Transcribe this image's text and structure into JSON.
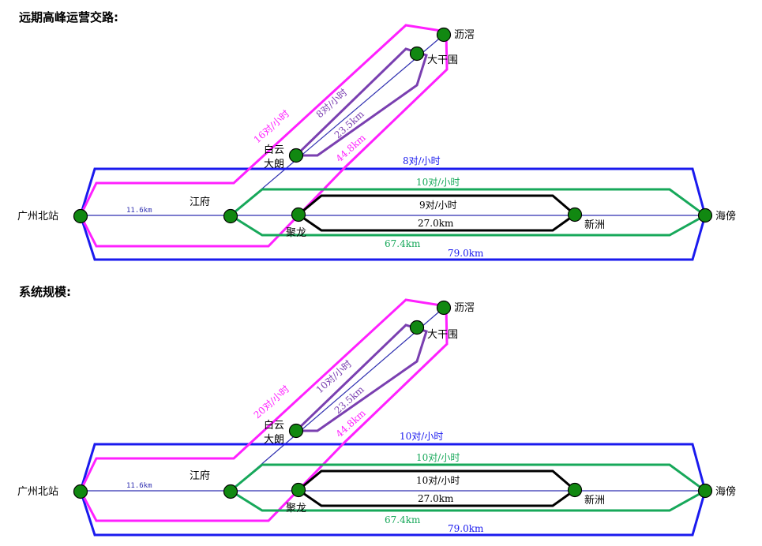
{
  "colors": {
    "magenta": "#ff20ff",
    "purple": "#7a3fb0",
    "blue": "#1a1aee",
    "green": "#17a85a",
    "black": "#000000",
    "thin": "#2f2fb0",
    "node": "#118811"
  },
  "stations": {
    "guangzhou_north": "广州北站",
    "jiangfu": "江府",
    "baiyun_1": "白云",
    "baiyun_2": "大朗",
    "dagan": "大干围",
    "liluo": "沥滘",
    "juzhi": "聚龙",
    "xinzhou": "新洲",
    "haibang": "海傍"
  },
  "panels": [
    {
      "title": "远期高峰运营交路:",
      "magenta_freq": "16对/小时",
      "purple_freq": "8对/小时",
      "blue_freq": "8对/小时",
      "green_freq": "10对/小时",
      "black_freq": "9对/小时"
    },
    {
      "title": "系统规模:",
      "magenta_freq": "20对/小时",
      "purple_freq": "10对/小时",
      "blue_freq": "10对/小时",
      "green_freq": "10对/小时",
      "black_freq": "10对/小时"
    }
  ],
  "distances": {
    "gz_jiangfu": "11.6km",
    "baiyun_liluo": "23.5km",
    "jiangfu_liluo": "44.8km",
    "black_loop": "27.0km",
    "green_loop": "67.4km",
    "blue_loop": "79.0km"
  }
}
